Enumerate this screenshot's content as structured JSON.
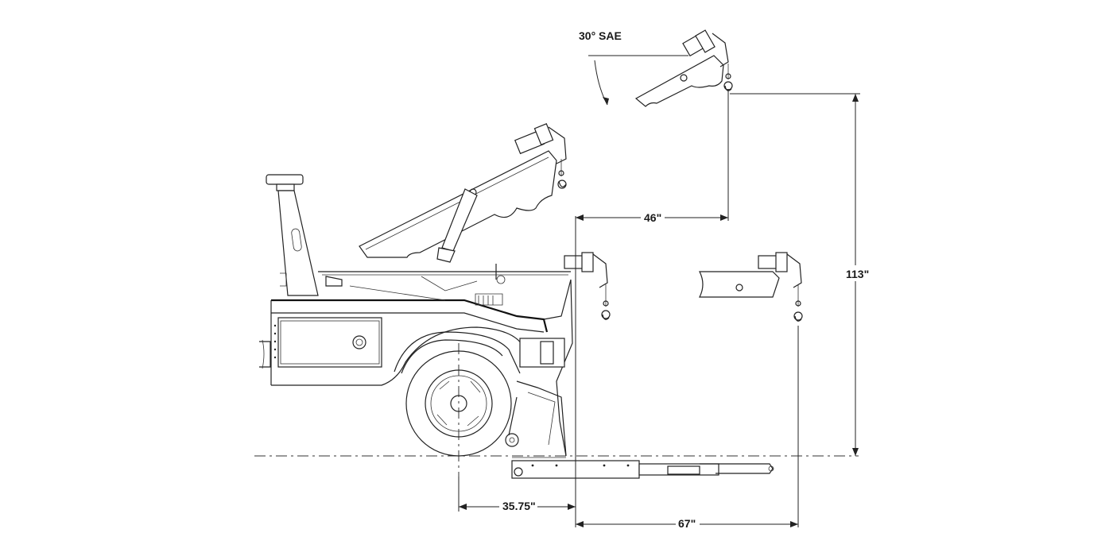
{
  "dimensions": {
    "angle_label": "30° SAE",
    "reach_extended_label": "46\"",
    "height_label": "113\"",
    "axle_to_rear_label": "35.75\"",
    "underlift_reach_label": "67\""
  },
  "colors": {
    "line": "#222222",
    "background": "#ffffff"
  }
}
